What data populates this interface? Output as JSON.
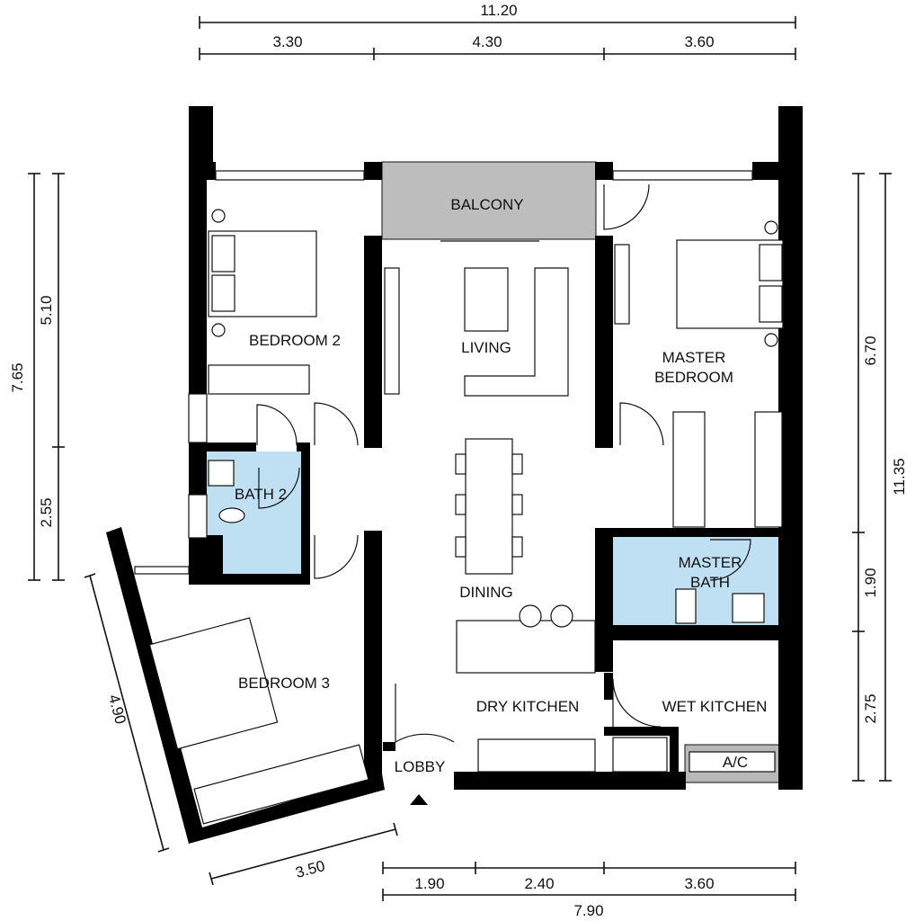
{
  "colors": {
    "wall": "#000000",
    "bath": "#bfe0f2",
    "balcony": "#bdbdbd",
    "ac": "#b8b8b8"
  },
  "dimensions": {
    "top_total": "11.20",
    "top_segments": [
      "3.30",
      "4.30",
      "3.60"
    ],
    "left_total": "7.65",
    "left_segments": [
      "5.10",
      "2.55"
    ],
    "right_total": "11.35",
    "right_segments": [
      "6.70",
      "1.90",
      "2.75"
    ],
    "bottom_segments": [
      "1.90",
      "2.40",
      "3.60"
    ],
    "bottom_total": "7.90",
    "bedroom3_side": "4.90",
    "bedroom3_bottom": "3.50"
  },
  "rooms": {
    "balcony": "BALCONY",
    "bedroom2": "BEDROOM 2",
    "living": "LIVING",
    "master_line1": "MASTER",
    "master_line2": "BEDROOM",
    "bath2": "BATH 2",
    "master_bath_line1": "MASTER",
    "master_bath_line2": "BATH",
    "dining": "DINING",
    "bedroom3": "BEDROOM 3",
    "dry_kitchen": "DRY KITCHEN",
    "wet_kitchen": "WET KITCHEN",
    "lobby": "LOBBY",
    "ac": "A/C"
  }
}
